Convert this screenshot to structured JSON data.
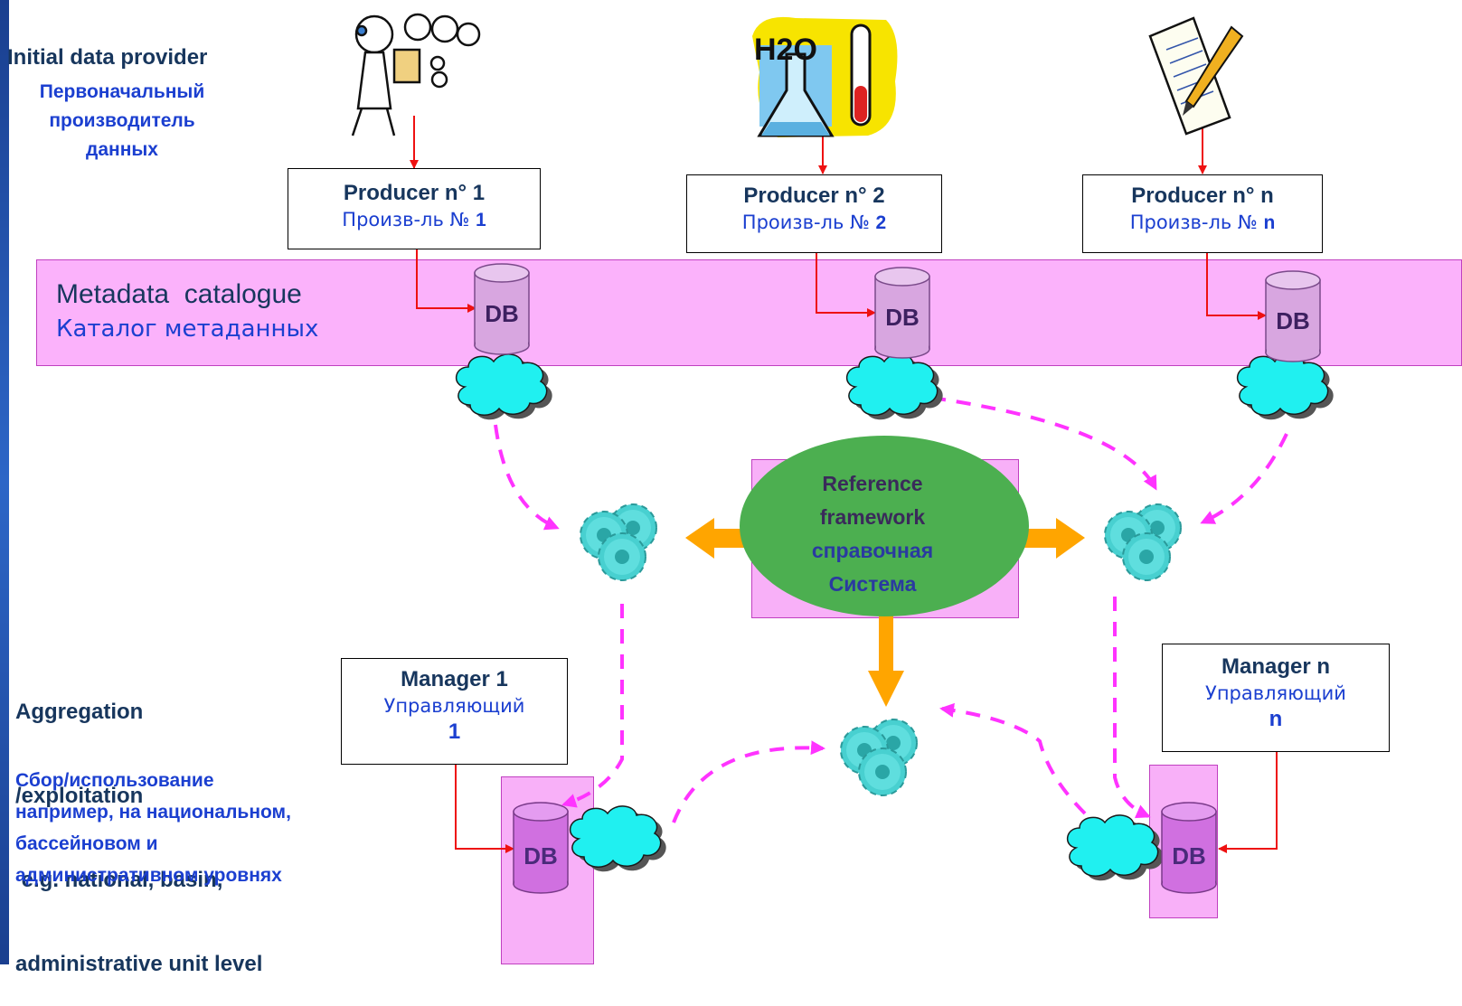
{
  "provider": {
    "en": "Initial data provider",
    "ru": [
      "Первоначальный",
      "производитель",
      "данных"
    ]
  },
  "producers": [
    {
      "title": "Producer n° 1",
      "ru_prefix": "Произв-ль №",
      "num": "1"
    },
    {
      "title": "Producer n° 2",
      "ru_prefix": "Произв-ль №",
      "num": "2"
    },
    {
      "title": "Producer n° n",
      "ru_prefix": "Произв-ль №",
      "num": "n"
    }
  ],
  "metadata": {
    "en": "Metadata  catalogue",
    "ru": "Каталог метаданных"
  },
  "db_label": "DB",
  "reference": {
    "en": [
      "Reference",
      "framework"
    ],
    "ru": [
      "справочная",
      "Система"
    ]
  },
  "aggregation": {
    "en": [
      "Aggregation",
      "/exploitation",
      " e.g. national, basin,",
      "administrative unit level"
    ],
    "ru": [
      "Сбор/использование",
      "например, на национальном,",
      "бассейновом и",
      "административном уровнях"
    ]
  },
  "managers": [
    {
      "title": "Manager 1",
      "ru": "Управляющий",
      "num": "1"
    },
    {
      "title": "Manager n",
      "ru": "Управляющий",
      "num": "n"
    }
  ],
  "chem_label": "H2O",
  "colors": {
    "band": "#fbb2fb",
    "cloud": "#20f0f0",
    "gear": "#40c8c8",
    "arrow_orange": "#ffa500",
    "dash": "#ff33ff",
    "red": "#ee1111",
    "ellipse": "#4caf50"
  }
}
